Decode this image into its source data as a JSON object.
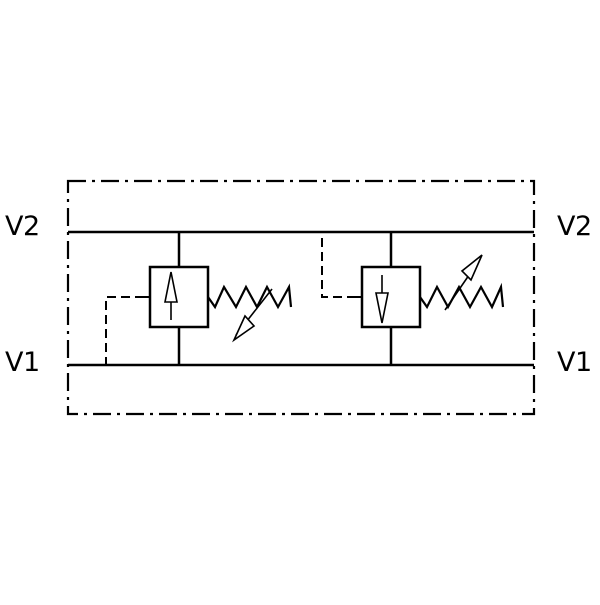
{
  "diagram": {
    "ports": {
      "v2_left": "V2",
      "v2_right": "V2",
      "v1_left": "V1",
      "v1_right": "V1"
    },
    "colors": {
      "line": "#000000",
      "background": "#ffffff"
    }
  }
}
